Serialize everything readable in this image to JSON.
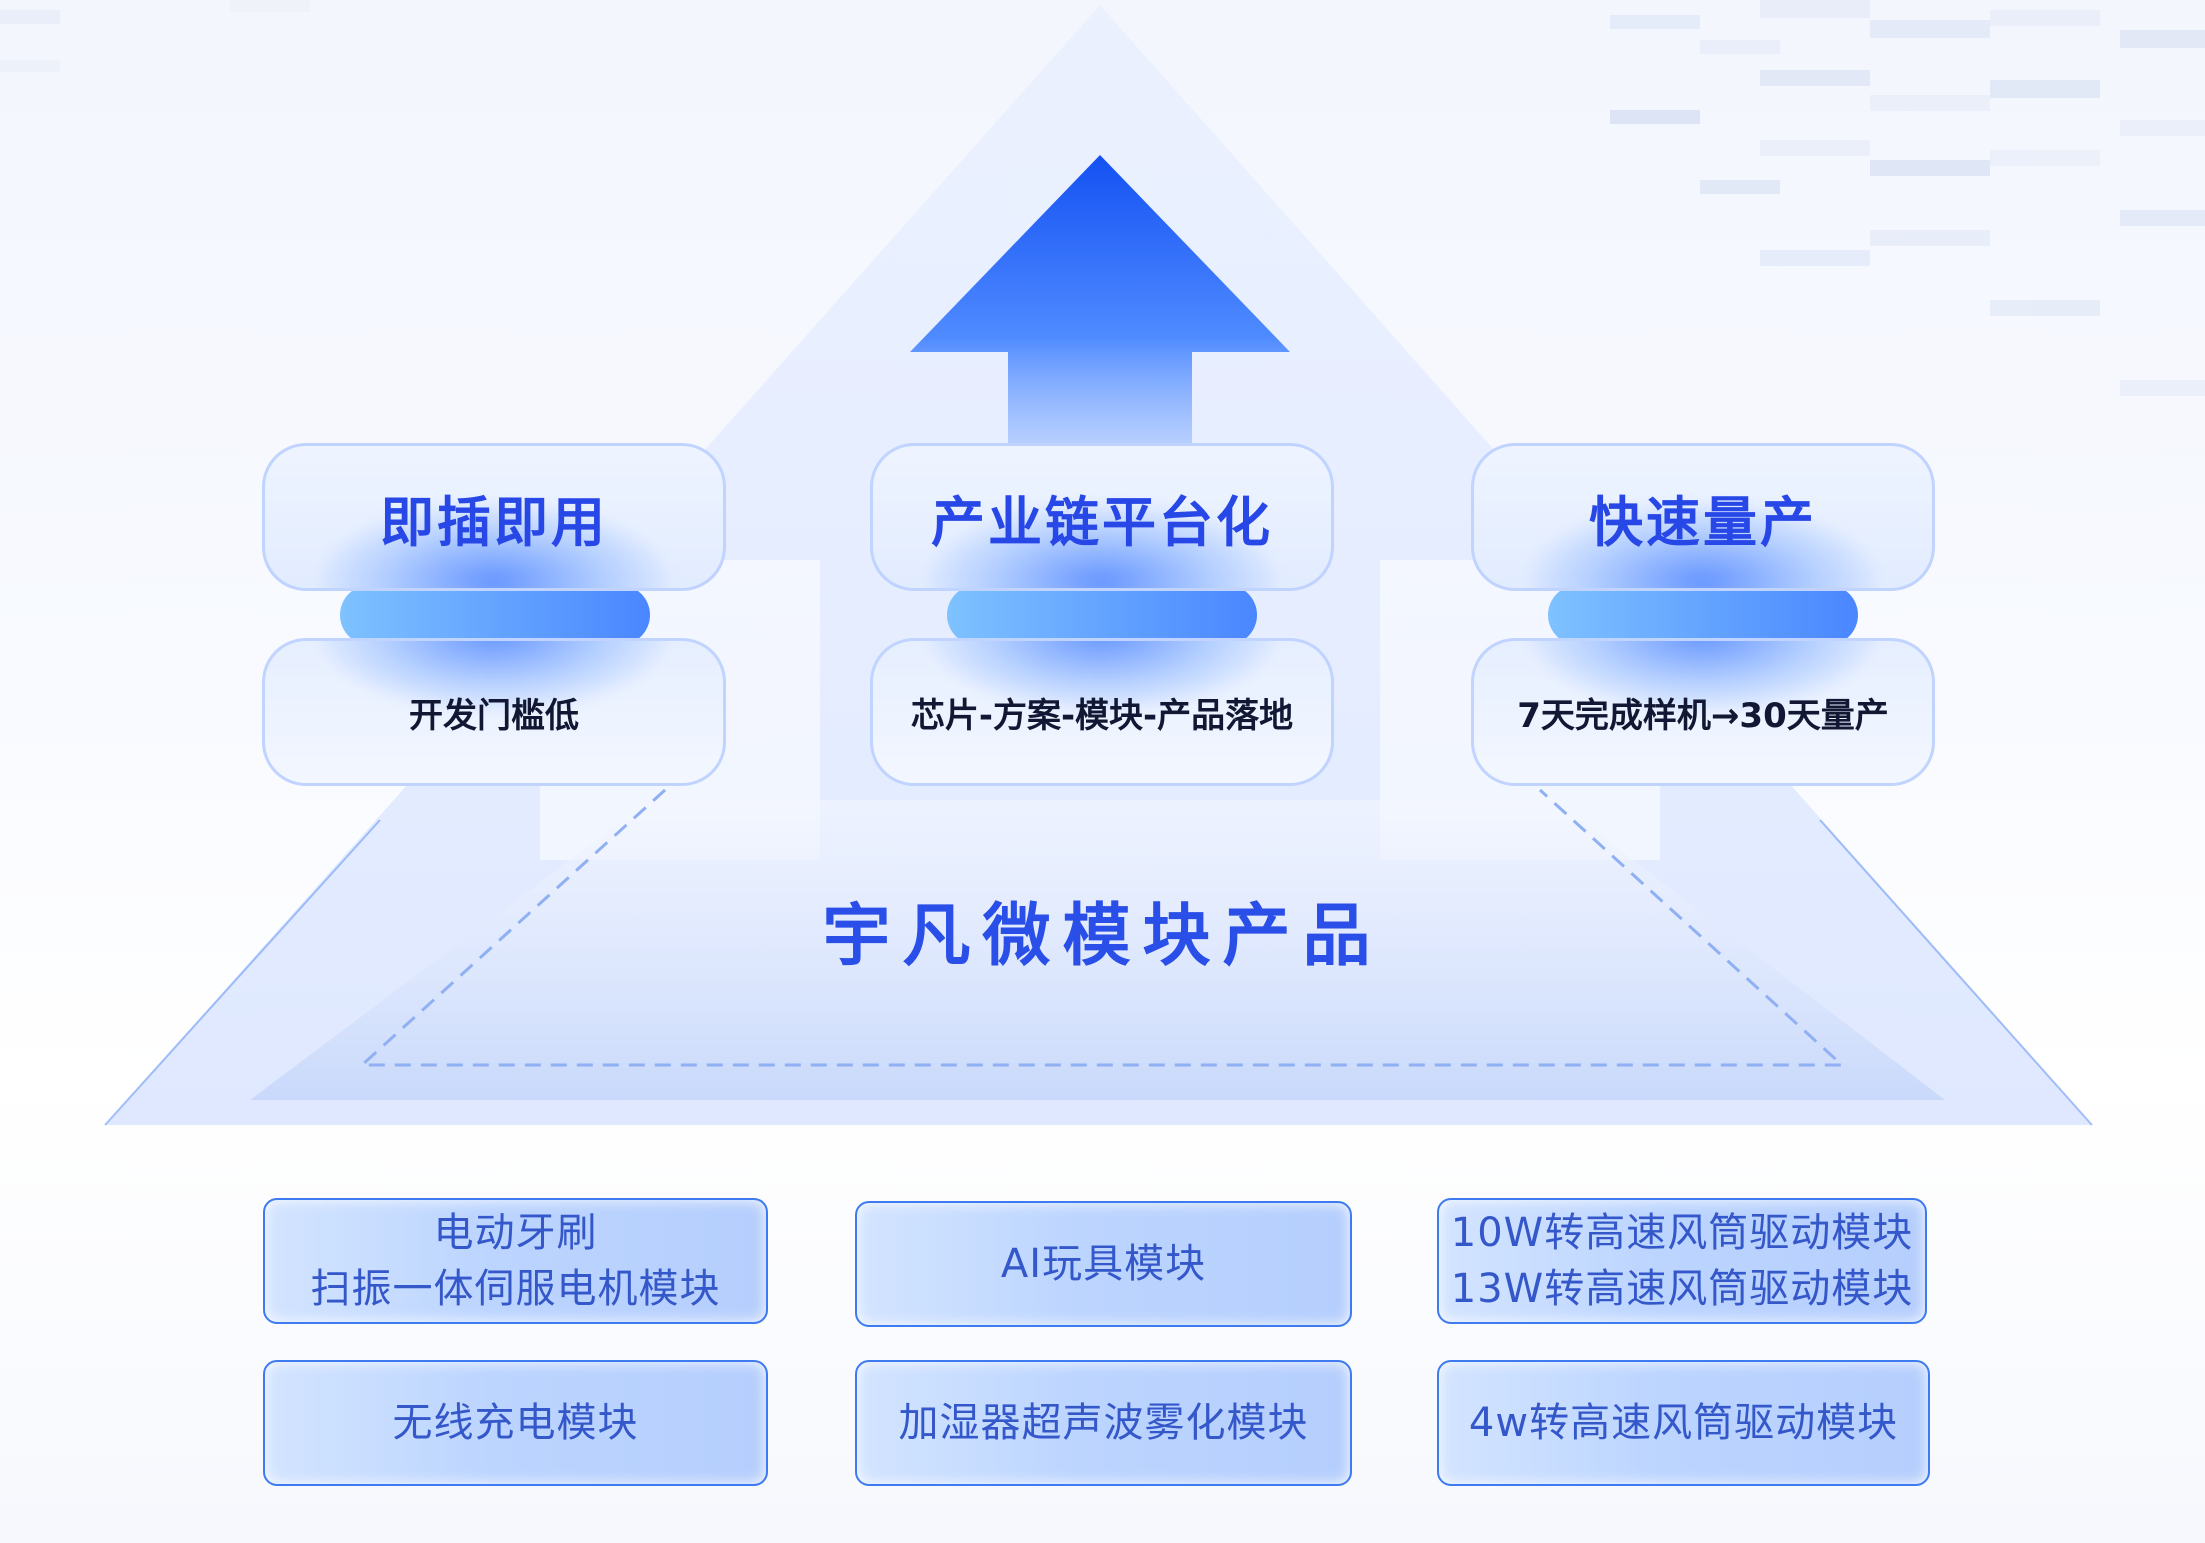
{
  "pillars": [
    {
      "title": "即插即用",
      "subtitle": "开发门槛低"
    },
    {
      "title": "产业链平台化",
      "subtitle": "芯片-方案-模块-产品落地"
    },
    {
      "title": "快速量产",
      "subtitle": "7天完成样机→30天量产"
    }
  ],
  "center_title": "宇凡微模块产品",
  "modules": [
    {
      "line1": "电动牙刷",
      "line2": "扫振一体伺服电机模块"
    },
    {
      "line1": "AI玩具模块"
    },
    {
      "line1": "10W转高速风筒驱动模块",
      "line2": "13W转高速风筒驱动模块"
    },
    {
      "line1": "无线充电模块"
    },
    {
      "line1": "加湿器超声波雾化模块"
    },
    {
      "line1": "4w转高速风筒驱动模块"
    }
  ],
  "colors": {
    "title_blue": "#2747e6",
    "arrow_top": "#1a57f5",
    "module_text": "#3457c9",
    "module_border": "#3f7bf0"
  },
  "icons": [
    "up-arrow-icon"
  ]
}
